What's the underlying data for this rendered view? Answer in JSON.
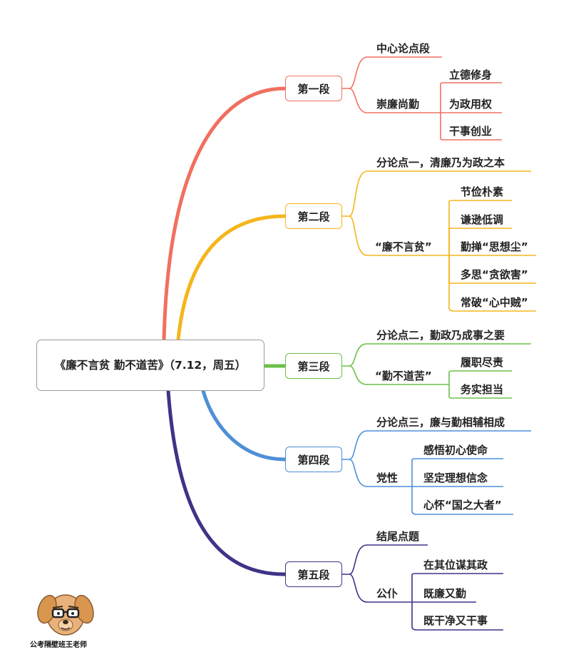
{
  "root": {
    "title": "《廉不言贫 勤不道苦》（7.12，周五）"
  },
  "colors": {
    "s1": "#f07060",
    "s2": "#f5b51b",
    "s3": "#6cc04a",
    "s4": "#4f8fd6",
    "s5": "#3d3487"
  },
  "sections": [
    {
      "label": "第一段",
      "children": [
        {
          "label": "中心论点段"
        },
        {
          "label": "崇廉尚勤",
          "children": [
            "立德修身",
            "为政用权",
            "干事创业"
          ]
        }
      ]
    },
    {
      "label": "第二段",
      "children": [
        {
          "label": "分论点一，清廉乃为政之本"
        },
        {
          "label": "“廉不言贫”",
          "children": [
            "节俭朴素",
            "谦逊低调",
            "勤掸“思想尘”",
            "多思“贪欲害”",
            "常破“心中贼”"
          ]
        }
      ]
    },
    {
      "label": "第三段",
      "children": [
        {
          "label": "分论点二，勤政乃成事之要"
        },
        {
          "label": "“勤不道苦”",
          "children": [
            "履职尽责",
            "务实担当"
          ]
        }
      ]
    },
    {
      "label": "第四段",
      "children": [
        {
          "label": "分论点三，廉与勤相辅相成"
        },
        {
          "label": "党性",
          "children": [
            "感悟初心使命",
            "坚定理想信念",
            "心怀“国之大者”"
          ]
        }
      ]
    },
    {
      "label": "第五段",
      "children": [
        {
          "label": "结尾点题"
        },
        {
          "label": "公仆",
          "children": [
            "在其位谋其政",
            "既廉又勤",
            "既干净又干事"
          ]
        }
      ]
    }
  ],
  "watermark": {
    "caption": "公考隔壁班王老师",
    "mascot_icon": "dog-with-glasses-icon"
  }
}
